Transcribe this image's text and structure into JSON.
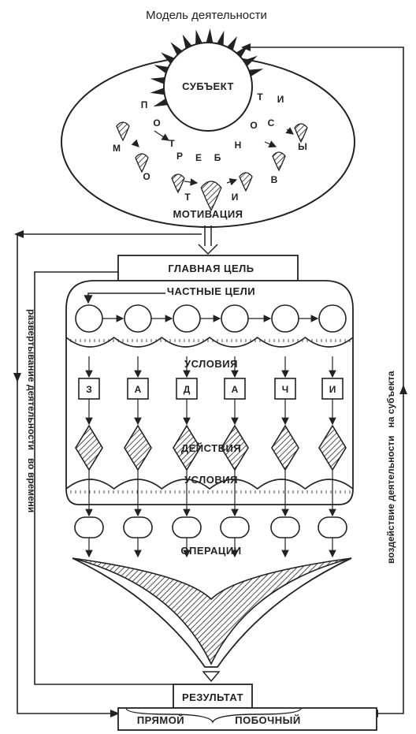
{
  "title": "Модель деятельности",
  "subject": "СУБЪЕКТ",
  "needs_letters": [
    "П",
    "О",
    "Т",
    "Р",
    "Е",
    "Б",
    "Н",
    "О",
    "С",
    "Т",
    "И"
  ],
  "needs_letters_outer": [
    "М",
    "О",
    "Т",
    "И",
    "В",
    "Ы"
  ],
  "motivation": "МОТИВАЦИЯ",
  "main_goal": "ГЛАВНАЯ ЦЕЛЬ",
  "partial_goals": "ЧАСТНЫЕ ЦЕЛИ",
  "conditions_top": "УСЛОВИЯ",
  "task_letters": [
    "З",
    "А",
    "Д",
    "А",
    "Ч",
    "И"
  ],
  "actions": "ДЕЙСТВИЯ",
  "conditions_bottom": "УСЛОВИЯ",
  "operations": "ОПЕРАЦИИ",
  "result": "РЕЗУЛЬТАТ",
  "direct": "ПРЯМОЙ",
  "side": "ПОБОЧНЫЙ",
  "left_axis": "развертывание деятельности   во времени",
  "right_axis": "воздействие деятельности   на субъекта"
}
